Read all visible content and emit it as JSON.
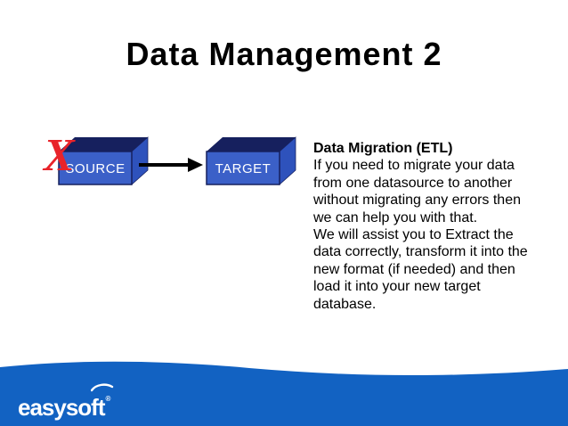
{
  "slide": {
    "title": "Data Management 2"
  },
  "diagram": {
    "source_label": "SOURCE",
    "target_label": "TARGET",
    "error_mark": "X"
  },
  "etl": {
    "heading": "Data Migration (ETL)",
    "lines": [
      "If you need to migrate your data",
      "from one datasource to another",
      "without migrating any errors then",
      "we can help you with that.",
      "We will assist you to Extract the",
      "data correctly, transform it into the",
      "new format (if needed) and then",
      "load it into your new target",
      "database."
    ]
  },
  "footer": {
    "logo_text": "easysoft",
    "registered_mark": "®"
  },
  "colors": {
    "box_front": "#3B60C8",
    "box_top": "#16205E",
    "box_side": "#2E52BC",
    "box_outline": "#16205E",
    "band_blue": "#1262C2",
    "error_red": "#E8232A",
    "arrow_black": "#000000",
    "title_text": "#000000"
  }
}
